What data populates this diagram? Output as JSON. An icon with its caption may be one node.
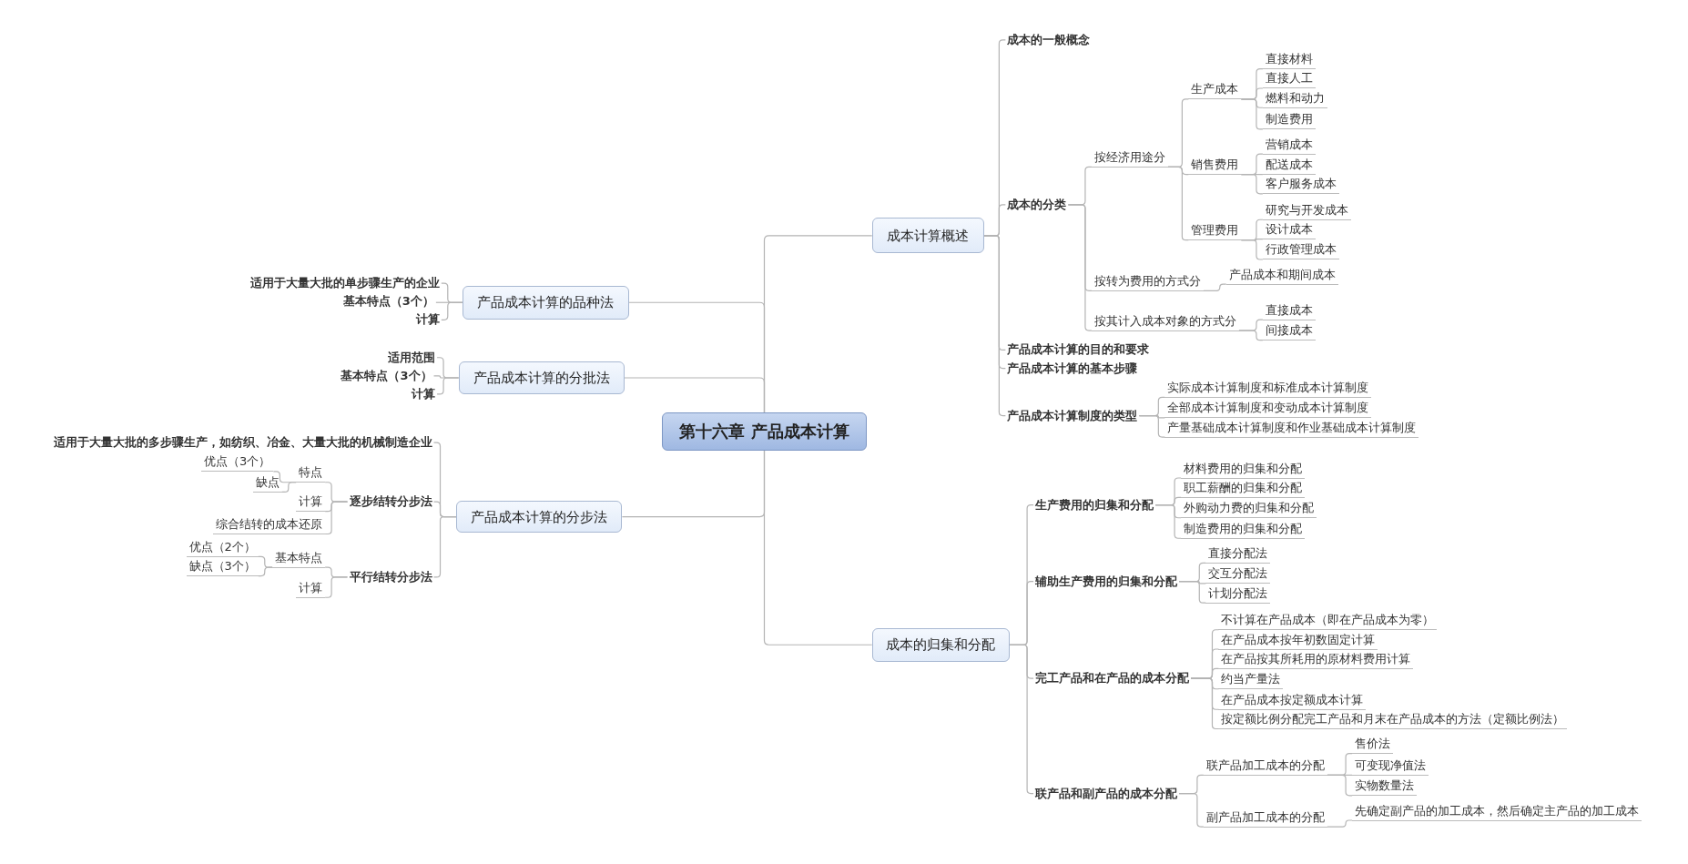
{
  "diagram": {
    "nodes": [
      {
        "text": [
          "第十六章 产品成本计算"
        ]
      },
      {
        "text": [
          "成本计算概述"
        ]
      },
      {
        "text": [
          "成本的一般概念"
        ]
      },
      {
        "text": [
          "成本的分类"
        ]
      },
      {
        "text": [
          "按经济用途分"
        ]
      },
      {
        "text": [
          "生产成本"
        ]
      },
      {
        "text": [
          "直接材料"
        ]
      },
      {
        "text": [
          "直接人工"
        ]
      },
      {
        "text": [
          "燃料和动力"
        ]
      },
      {
        "text": [
          "制造费用"
        ]
      },
      {
        "text": [
          "销售费用"
        ]
      },
      {
        "text": [
          "营销成本"
        ]
      },
      {
        "text": [
          "配送成本"
        ]
      },
      {
        "text": [
          "客户服务成本"
        ]
      },
      {
        "text": [
          "管理费用"
        ]
      },
      {
        "text": [
          "研究与开发成本"
        ]
      },
      {
        "text": [
          "设计成本"
        ]
      },
      {
        "text": [
          "行政管理成本"
        ]
      },
      {
        "text": [
          "按转为费用的方式分"
        ]
      },
      {
        "text": [
          "产品成本和期间成本"
        ]
      },
      {
        "text": [
          "按其计入成本对象的方式分"
        ]
      },
      {
        "text": [
          "直接成本"
        ]
      },
      {
        "text": [
          "间接成本"
        ]
      },
      {
        "text": [
          "产品成本计算的目的和要求"
        ]
      },
      {
        "text": [
          "产品成本计算的基本步骤"
        ]
      },
      {
        "text": [
          "产品成本计算制度的类型"
        ]
      },
      {
        "text": [
          "实际成本计算制度和标准成本计算制度"
        ]
      },
      {
        "text": [
          "全部成本计算制度和变动成本计算制度"
        ]
      },
      {
        "text": [
          "产量基础成本计算制度和作业基础成本计算制度"
        ]
      },
      {
        "text": [
          "成本的归集和分配"
        ]
      },
      {
        "text": [
          "生产费用的归集和分配"
        ]
      },
      {
        "text": [
          "材料费用的归集和分配"
        ]
      },
      {
        "text": [
          "职工薪酬的归集和分配"
        ]
      },
      {
        "text": [
          "外购动力费的归集和分配"
        ]
      },
      {
        "text": [
          "制造费用的归集和分配"
        ]
      },
      {
        "text": [
          "辅助生产费用的归集和分配"
        ]
      },
      {
        "text": [
          "直接分配法"
        ]
      },
      {
        "text": [
          "交互分配法"
        ]
      },
      {
        "text": [
          "计划分配法"
        ]
      },
      {
        "text": [
          "完工产品和在产品的成本分配"
        ]
      },
      {
        "text": [
          "不计算在产品成本（即在产品成本为零）"
        ]
      },
      {
        "text": [
          "在产品成本按年初数固定计算"
        ]
      },
      {
        "text": [
          "在产品按其所耗用的原材料费用计算"
        ]
      },
      {
        "text": [
          "约当产量法"
        ]
      },
      {
        "text": [
          "在产品成本按定额成本计算"
        ]
      },
      {
        "text": [
          "按定额比例分配完工产品和月末在产品成本的方法（定额比例法）"
        ]
      },
      {
        "text": [
          "联产品和副产品的成本分配"
        ]
      },
      {
        "text": [
          "联产品加工成本的分配"
        ]
      },
      {
        "text": [
          "售价法"
        ]
      },
      {
        "text": [
          "可变现净值法"
        ]
      },
      {
        "text": [
          "实物数量法"
        ]
      },
      {
        "text": [
          "副产品加工成本的分配"
        ]
      },
      {
        "text": [
          "先确定副产品的加工成本，然后确定主产品的加工成本"
        ]
      },
      {
        "text": [
          "产品成本计算的品种法"
        ]
      },
      {
        "text": [
          "适用于大量大批的单步骤生产的企业"
        ]
      },
      {
        "text": [
          "基本特点（3个）"
        ]
      },
      {
        "text": [
          "计算"
        ]
      },
      {
        "text": [
          "产品成本计算的分批法"
        ]
      },
      {
        "text": [
          "适用范围"
        ]
      },
      {
        "text": [
          "基本特点（3个）"
        ]
      },
      {
        "text": [
          "计算"
        ]
      },
      {
        "text": [
          "产品成本计算的分步法"
        ]
      },
      {
        "text": [
          "适用于大量大批的多步骤生产，如纺织、冶金、大量大批的机械制造企业"
        ]
      },
      {
        "text": [
          "逐步结转分步法"
        ]
      },
      {
        "text": [
          "特点"
        ]
      },
      {
        "text": [
          "优点（3个）"
        ]
      },
      {
        "text": [
          "缺点"
        ]
      },
      {
        "text": [
          "计算"
        ]
      },
      {
        "text": [
          "综合结转的成本还原"
        ]
      },
      {
        "text": [
          "平行结转分步法"
        ]
      },
      {
        "text": [
          "基本特点"
        ]
      },
      {
        "text": [
          "优点（2个）"
        ]
      },
      {
        "text": [
          "缺点（3个）"
        ]
      },
      {
        "text": [
          "计算"
        ]
      }
    ],
    "edges": [
      {
        "from": 0,
        "to": 1,
        "arrow": "none"
      },
      {
        "from": 0,
        "to": 29,
        "arrow": "none"
      },
      {
        "from": 0,
        "to": 53,
        "arrow": "none"
      },
      {
        "from": 0,
        "to": 57,
        "arrow": "none"
      },
      {
        "from": 0,
        "to": 61,
        "arrow": "none"
      },
      {
        "from": 1,
        "to": 2,
        "arrow": "none"
      },
      {
        "from": 1,
        "to": 3,
        "arrow": "none"
      },
      {
        "from": 1,
        "to": 23,
        "arrow": "none"
      },
      {
        "from": 1,
        "to": 24,
        "arrow": "none"
      },
      {
        "from": 1,
        "to": 25,
        "arrow": "none"
      },
      {
        "from": 3,
        "to": 4,
        "arrow": "none"
      },
      {
        "from": 3,
        "to": 18,
        "arrow": "none"
      },
      {
        "from": 3,
        "to": 20,
        "arrow": "none"
      },
      {
        "from": 4,
        "to": 5,
        "arrow": "none"
      },
      {
        "from": 4,
        "to": 10,
        "arrow": "none"
      },
      {
        "from": 4,
        "to": 14,
        "arrow": "none"
      },
      {
        "from": 5,
        "to": 6,
        "arrow": "none"
      },
      {
        "from": 5,
        "to": 7,
        "arrow": "none"
      },
      {
        "from": 5,
        "to": 8,
        "arrow": "none"
      },
      {
        "from": 5,
        "to": 9,
        "arrow": "none"
      },
      {
        "from": 10,
        "to": 11,
        "arrow": "none"
      },
      {
        "from": 10,
        "to": 12,
        "arrow": "none"
      },
      {
        "from": 10,
        "to": 13,
        "arrow": "none"
      },
      {
        "from": 14,
        "to": 15,
        "arrow": "none"
      },
      {
        "from": 14,
        "to": 16,
        "arrow": "none"
      },
      {
        "from": 14,
        "to": 17,
        "arrow": "none"
      },
      {
        "from": 18,
        "to": 19,
        "arrow": "none"
      },
      {
        "from": 20,
        "to": 21,
        "arrow": "none"
      },
      {
        "from": 20,
        "to": 22,
        "arrow": "none"
      },
      {
        "from": 25,
        "to": 26,
        "arrow": "none"
      },
      {
        "from": 25,
        "to": 27,
        "arrow": "none"
      },
      {
        "from": 25,
        "to": 28,
        "arrow": "none"
      },
      {
        "from": 29,
        "to": 30,
        "arrow": "none"
      },
      {
        "from": 29,
        "to": 35,
        "arrow": "none"
      },
      {
        "from": 29,
        "to": 39,
        "arrow": "none"
      },
      {
        "from": 29,
        "to": 46,
        "arrow": "none"
      },
      {
        "from": 30,
        "to": 31,
        "arrow": "none"
      },
      {
        "from": 30,
        "to": 32,
        "arrow": "none"
      },
      {
        "from": 30,
        "to": 33,
        "arrow": "none"
      },
      {
        "from": 30,
        "to": 34,
        "arrow": "none"
      },
      {
        "from": 35,
        "to": 36,
        "arrow": "none"
      },
      {
        "from": 35,
        "to": 37,
        "arrow": "none"
      },
      {
        "from": 35,
        "to": 38,
        "arrow": "none"
      },
      {
        "from": 39,
        "to": 40,
        "arrow": "none"
      },
      {
        "from": 39,
        "to": 41,
        "arrow": "none"
      },
      {
        "from": 39,
        "to": 42,
        "arrow": "none"
      },
      {
        "from": 39,
        "to": 43,
        "arrow": "none"
      },
      {
        "from": 39,
        "to": 44,
        "arrow": "none"
      },
      {
        "from": 39,
        "to": 45,
        "arrow": "none"
      },
      {
        "from": 46,
        "to": 47,
        "arrow": "none"
      },
      {
        "from": 46,
        "to": 51,
        "arrow": "none"
      },
      {
        "from": 47,
        "to": 48,
        "arrow": "none"
      },
      {
        "from": 47,
        "to": 49,
        "arrow": "none"
      },
      {
        "from": 47,
        "to": 50,
        "arrow": "none"
      },
      {
        "from": 51,
        "to": 52,
        "arrow": "none"
      },
      {
        "from": 53,
        "to": 54,
        "arrow": "none"
      },
      {
        "from": 53,
        "to": 55,
        "arrow": "none"
      },
      {
        "from": 53,
        "to": 56,
        "arrow": "none"
      },
      {
        "from": 57,
        "to": 58,
        "arrow": "none"
      },
      {
        "from": 57,
        "to": 59,
        "arrow": "none"
      },
      {
        "from": 57,
        "to": 60,
        "arrow": "none"
      },
      {
        "from": 61,
        "to": 62,
        "arrow": "none"
      },
      {
        "from": 61,
        "to": 63,
        "arrow": "none"
      },
      {
        "from": 61,
        "to": 69,
        "arrow": "none"
      },
      {
        "from": 63,
        "to": 64,
        "arrow": "none"
      },
      {
        "from": 63,
        "to": 67,
        "arrow": "none"
      },
      {
        "from": 63,
        "to": 68,
        "arrow": "none"
      },
      {
        "from": 64,
        "to": 65,
        "arrow": "none"
      },
      {
        "from": 64,
        "to": 66,
        "arrow": "none"
      },
      {
        "from": 69,
        "to": 70,
        "arrow": "none"
      },
      {
        "from": 69,
        "to": 73,
        "arrow": "none"
      },
      {
        "from": 70,
        "to": 71,
        "arrow": "none"
      },
      {
        "from": 70,
        "to": 72,
        "arrow": "none"
      }
    ]
  }
}
